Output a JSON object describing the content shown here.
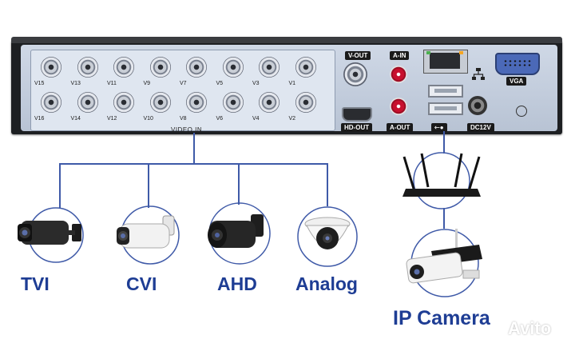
{
  "video_in": {
    "title": "VIDEO IN",
    "top_row": [
      "V15",
      "V13",
      "V11",
      "V9",
      "V7",
      "V5",
      "V3",
      "V1"
    ],
    "bottom_row": [
      "V16",
      "V14",
      "V12",
      "V10",
      "V8",
      "V6",
      "V4",
      "V2"
    ]
  },
  "ports": {
    "v_out": "V-OUT",
    "hd_out": "HD-OUT",
    "a_in": "A-IN",
    "a_out": "A-OUT",
    "dc": "DC12V",
    "vga": "VGA"
  },
  "analog_cameras": [
    {
      "label": "TVI",
      "icon": "bullet-camera-icon"
    },
    {
      "label": "CVI",
      "icon": "bullet-camera-icon"
    },
    {
      "label": "AHD",
      "icon": "bullet-camera-icon"
    },
    {
      "label": "Analog",
      "icon": "dome-camera-icon"
    }
  ],
  "ip_camera": {
    "label": "IP Camera",
    "icon": "solar-camera-icon"
  },
  "router": {
    "icon": "router-icon"
  },
  "watermark": "Avito",
  "colors": {
    "label": "#1e3d94",
    "line": "#3f5aa8",
    "panel": "#cfd8e6",
    "chassis": "#1d1f22"
  }
}
